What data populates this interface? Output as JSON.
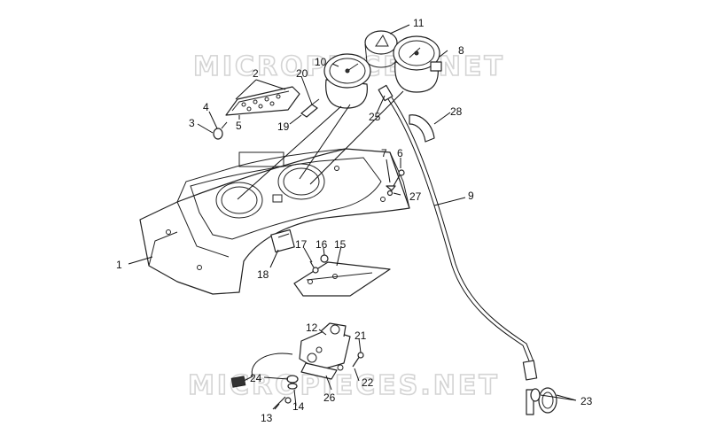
{
  "watermark": {
    "top": "MICROPIECES.NET",
    "bottom": "MICROPIECES.NET"
  },
  "callouts": [
    {
      "id": "c1",
      "text": "1"
    },
    {
      "id": "c2",
      "text": "2"
    },
    {
      "id": "c3",
      "text": "3"
    },
    {
      "id": "c4",
      "text": "4"
    },
    {
      "id": "c5",
      "text": "5"
    },
    {
      "id": "c6",
      "text": "6"
    },
    {
      "id": "c7",
      "text": "7"
    },
    {
      "id": "c8",
      "text": "8"
    },
    {
      "id": "c9",
      "text": "9"
    },
    {
      "id": "c10",
      "text": "10"
    },
    {
      "id": "c11",
      "text": "11"
    },
    {
      "id": "c12",
      "text": "12"
    },
    {
      "id": "c13",
      "text": "13"
    },
    {
      "id": "c14",
      "text": "14"
    },
    {
      "id": "c15",
      "text": "15"
    },
    {
      "id": "c16",
      "text": "16"
    },
    {
      "id": "c17",
      "text": "17"
    },
    {
      "id": "c18",
      "text": "18"
    },
    {
      "id": "c19",
      "text": "19"
    },
    {
      "id": "c20",
      "text": "20"
    },
    {
      "id": "c21",
      "text": "21"
    },
    {
      "id": "c22",
      "text": "22"
    },
    {
      "id": "c23",
      "text": "23"
    },
    {
      "id": "c24",
      "text": "24"
    },
    {
      "id": "c25",
      "text": "25"
    },
    {
      "id": "c26",
      "text": "26"
    },
    {
      "id": "c27",
      "text": "27"
    },
    {
      "id": "c28",
      "text": "28"
    }
  ]
}
